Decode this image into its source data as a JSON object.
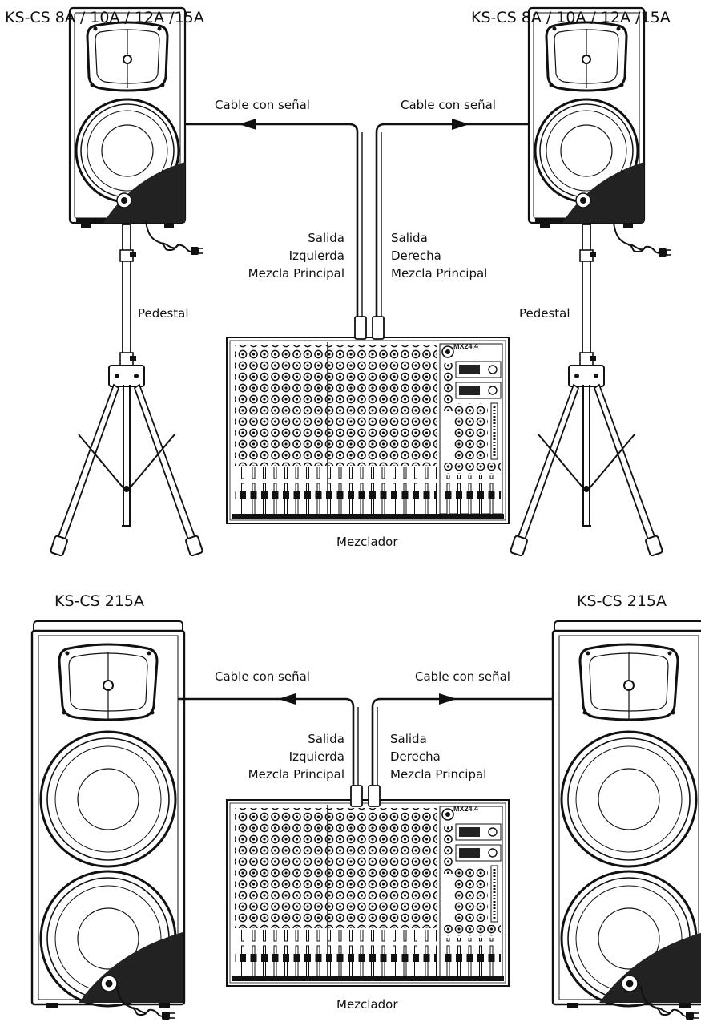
{
  "top": {
    "left_model": "KS-CS 8A / 10A / 12A /15A",
    "right_model": "KS-CS 8A / 10A / 12A /15A",
    "cable_left": "Cable con señal",
    "cable_right": "Cable con señal",
    "out_left": [
      "Salida",
      "Izquierda",
      "Mezcla Principal"
    ],
    "out_right": [
      "Salida",
      "Derecha",
      "Mezcla Principal"
    ],
    "stand_left": "Pedestal",
    "stand_right": "Pedestal",
    "mixer": "Mezclador",
    "mixer_model": "MX24.4"
  },
  "bottom": {
    "left_model": "KS-CS 215A",
    "right_model": "KS-CS 215A",
    "cable_left": "Cable con señal",
    "cable_right": "Cable con señal",
    "out_left": [
      "Salida",
      "Izquierda",
      "Mezcla Principal"
    ],
    "out_right": [
      "Salida",
      "Derecha",
      "Mezcla Principal"
    ],
    "mixer": "Mezclador",
    "mixer_model": "MX24.4"
  },
  "colors": {
    "line": "#111111",
    "panel": "#222222",
    "paper": "#ffffff"
  }
}
